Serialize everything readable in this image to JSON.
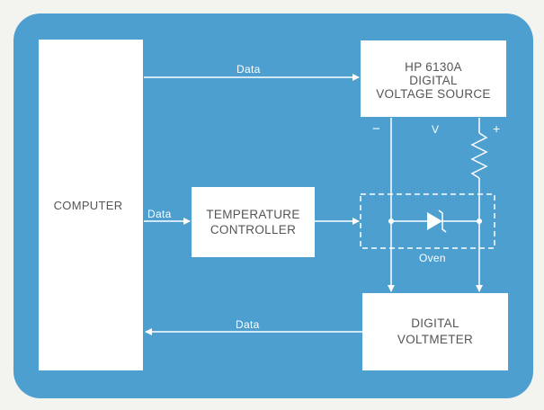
{
  "diagram": {
    "computer": {
      "label": "COMPUTER"
    },
    "voltage_source": {
      "line1": "HP 6130A",
      "line2": "DIGITAL",
      "line3": "VOLTAGE SOURCE"
    },
    "temperature_controller": {
      "line1": "TEMPERATURE",
      "line2": "CONTROLLER"
    },
    "voltmeter": {
      "line1": "DIGITAL",
      "line2": "VOLTMETER"
    },
    "labels": {
      "data_top": "Data",
      "data_middle": "Data",
      "data_bottom": "Data",
      "oven": "Oven",
      "minus": "−",
      "v": "V",
      "plus": "+"
    }
  },
  "colors": {
    "background": "#4d9fd0",
    "block": "#ffffff",
    "line": "#ffffff",
    "page": "#f3f3ef"
  }
}
